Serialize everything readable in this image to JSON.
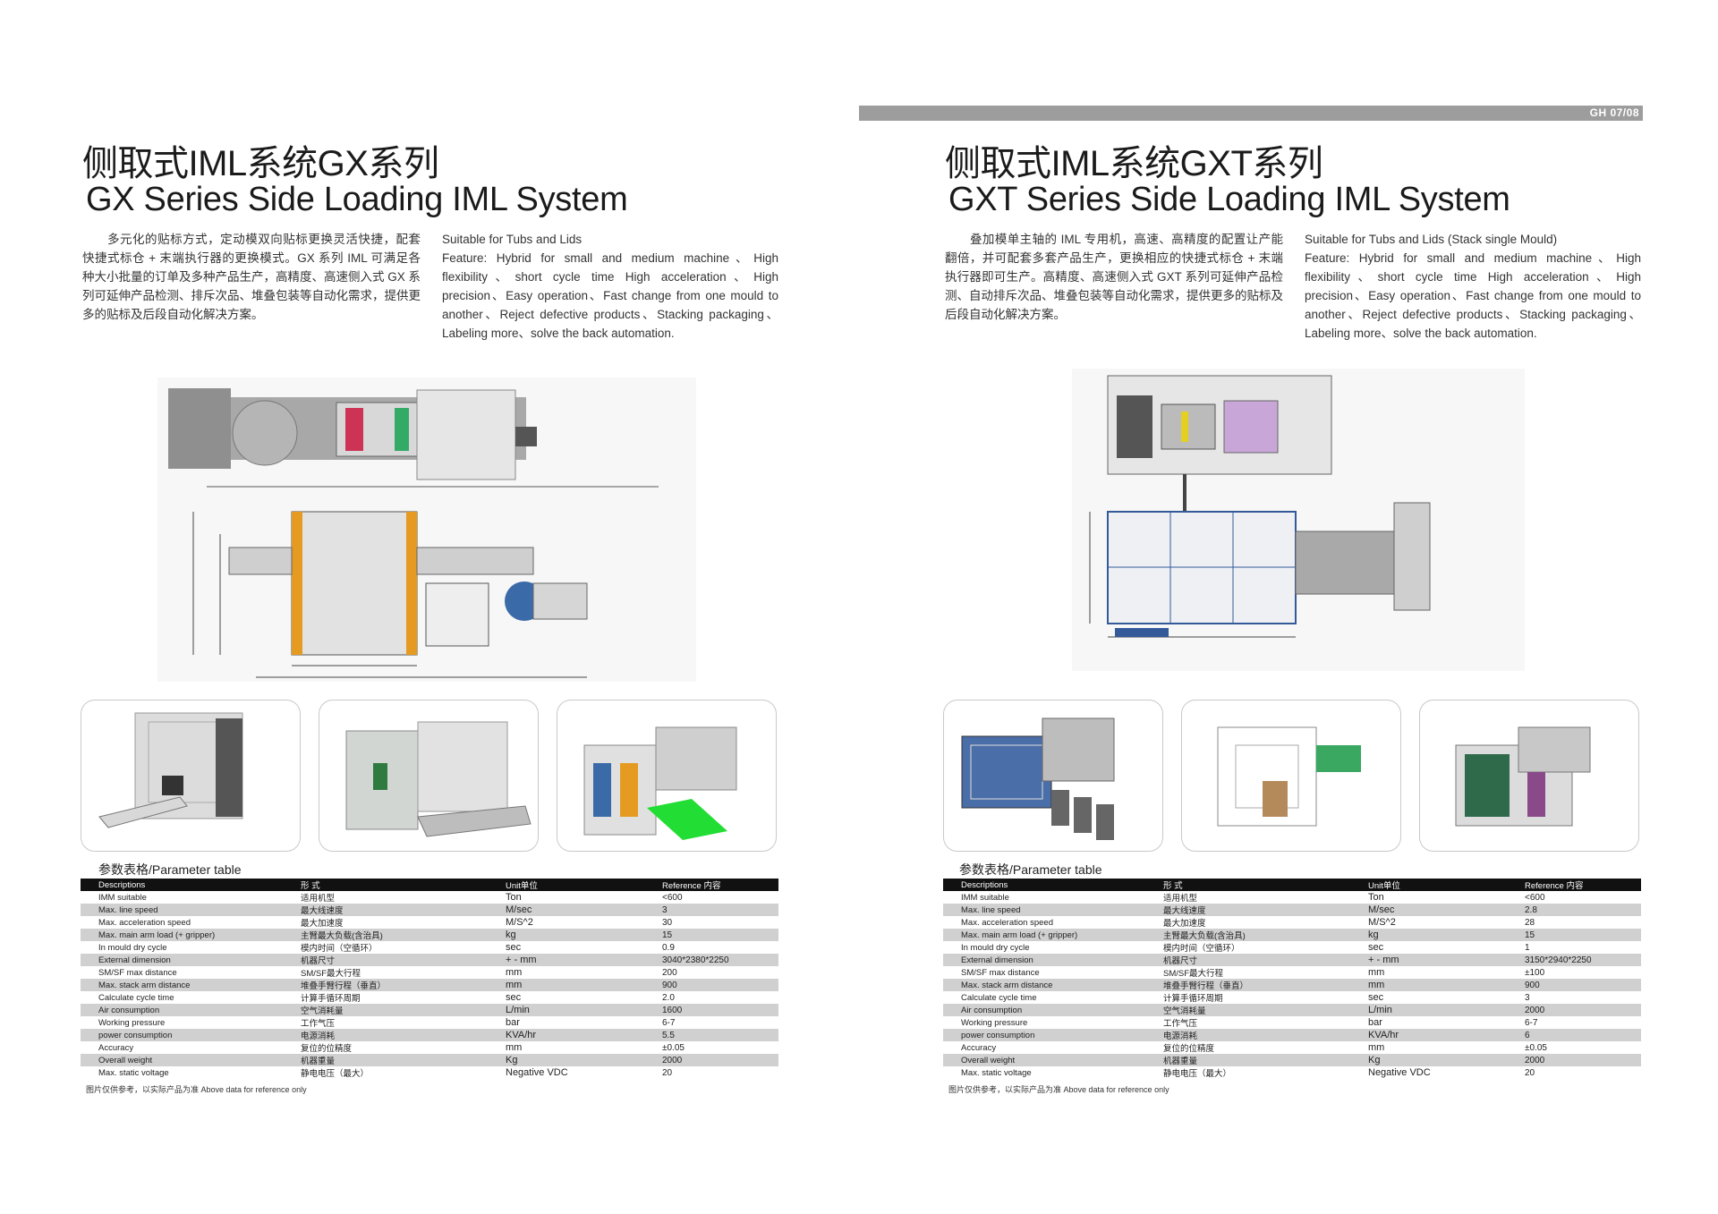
{
  "header": {
    "page_number": "GH 07/08"
  },
  "pages": [
    {
      "title_cn": "侧取式IML系统GX系列",
      "title_en": "GX Series Side Loading IML System",
      "desc_cn": "多元化的贴标方式，定动模双向贴标更换灵活快捷，配套快捷式标仓 + 末端执行器的更换模式。GX 系列 IML 可满足各种大小批量的订单及多种产品生产，高精度、高速侧入式 GX 系列可延伸产品检测、排斥次品、堆叠包装等自动化需求，提供更多的贴标及后段自动化解决方案。",
      "desc_en_lead": "Suitable for Tubs and Lids",
      "desc_en": "Feature: Hybrid for small and medium machine、High flexibility、short cycle time High acceleration、High precision、Easy operation、Fast change from one mould to another、Reject defective products、Stacking packaging、Labeling more、solve the back automation.",
      "param_title": "参数表格/Parameter table",
      "table_header": [
        "Descriptions",
        "形  式",
        "Unit单位",
        "Reference 内容"
      ],
      "rows": [
        [
          "IMM suitable",
          "适用机型",
          "Ton",
          "<600"
        ],
        [
          "Max. line speed",
          "最大线速度",
          "M/sec",
          "3"
        ],
        [
          "Max. acceleration speed",
          "最大加速度",
          "M/S^2",
          "30"
        ],
        [
          "Max. main arm load (+ gripper)",
          "主臂最大负载(含治具)",
          "kg",
          "15"
        ],
        [
          "In mould dry cycle",
          "模内时间（空循环）",
          "sec",
          "0.9"
        ],
        [
          "External dimension",
          "机器尺寸",
          "+ - mm",
          "3040*2380*2250"
        ],
        [
          "SM/SF max distance",
          "SM/SF最大行程",
          "mm",
          "200"
        ],
        [
          "Max. stack arm distance",
          "堆叠手臂行程（垂直）",
          "mm",
          "900"
        ],
        [
          "Calculate cycle time",
          "计算手循环周期",
          "sec",
          "2.0"
        ],
        [
          "Air consumption",
          "空气消耗量",
          "L/min",
          "1600"
        ],
        [
          "Working pressure",
          "工作气压",
          "bar",
          "6-7"
        ],
        [
          "power consumption",
          "电源消耗",
          "KVA/hr",
          "5.5"
        ],
        [
          "Accuracy",
          "复位的位精度",
          "mm",
          "±0.05"
        ],
        [
          "Overall weight",
          "机器重量",
          "Kg",
          "2000"
        ],
        [
          "Max. static voltage",
          "静电电压（最大）",
          "Negative VDC",
          "20"
        ]
      ],
      "footnote": "图片仅供参考，以实际产品为准  Above data for reference only"
    },
    {
      "title_cn": "侧取式IML系统GXT系列",
      "title_en": "GXT Series Side Loading IML System",
      "desc_cn": "叠加模单主轴的 IML 专用机，高速、高精度的配置让产能翻倍，并可配套多套产品生产，更换相应的快捷式标仓 + 末端执行器即可生产。高精度、高速侧入式 GXT 系列可延伸产品检测、自动排斥次品、堆叠包装等自动化需求，提供更多的贴标及后段自动化解决方案。",
      "desc_en_lead": "Suitable for Tubs and Lids (Stack single Mould)",
      "desc_en": "Feature: Hybrid for small and medium machine、High flexibility、short cycle time High acceleration、High precision、Easy operation、Fast change from one mould to another、Reject defective products、Stacking packaging、Labeling more、solve the back automation.",
      "param_title": "参数表格/Parameter table",
      "table_header": [
        "Descriptions",
        "形  式",
        "Unit单位",
        "Reference 内容"
      ],
      "rows": [
        [
          "IMM suitable",
          "适用机型",
          "Ton",
          "<600"
        ],
        [
          "Max. line speed",
          "最大线速度",
          "M/sec",
          "2.8"
        ],
        [
          "Max. acceleration speed",
          "最大加速度",
          "M/S^2",
          "28"
        ],
        [
          "Max. main arm load (+ gripper)",
          "主臂最大负载(含治具)",
          "kg",
          "15"
        ],
        [
          "In mould dry cycle",
          "模内时间（空循环）",
          "sec",
          "1"
        ],
        [
          "External dimension",
          "机器尺寸",
          "+ - mm",
          "3150*2940*2250"
        ],
        [
          "SM/SF max distance",
          "SM/SF最大行程",
          "mm",
          "±100"
        ],
        [
          "Max. stack arm distance",
          "堆叠手臂行程（垂直）",
          "mm",
          "900"
        ],
        [
          "Calculate cycle time",
          "计算手循环周期",
          "sec",
          "3"
        ],
        [
          "Air consumption",
          "空气消耗量",
          "L/min",
          "2000"
        ],
        [
          "Working pressure",
          "工作气压",
          "bar",
          "6-7"
        ],
        [
          "power consumption",
          "电源消耗",
          "KVA/hr",
          "6"
        ],
        [
          "Accuracy",
          "复位的位精度",
          "mm",
          "±0.05"
        ],
        [
          "Overall weight",
          "机器重量",
          "Kg",
          "2000"
        ],
        [
          "Max. static voltage",
          "静电电压（最大）",
          "Negative VDC",
          "20"
        ]
      ],
      "footnote": "图片仅供参考，以实际产品为准  Above data for reference only"
    }
  ]
}
